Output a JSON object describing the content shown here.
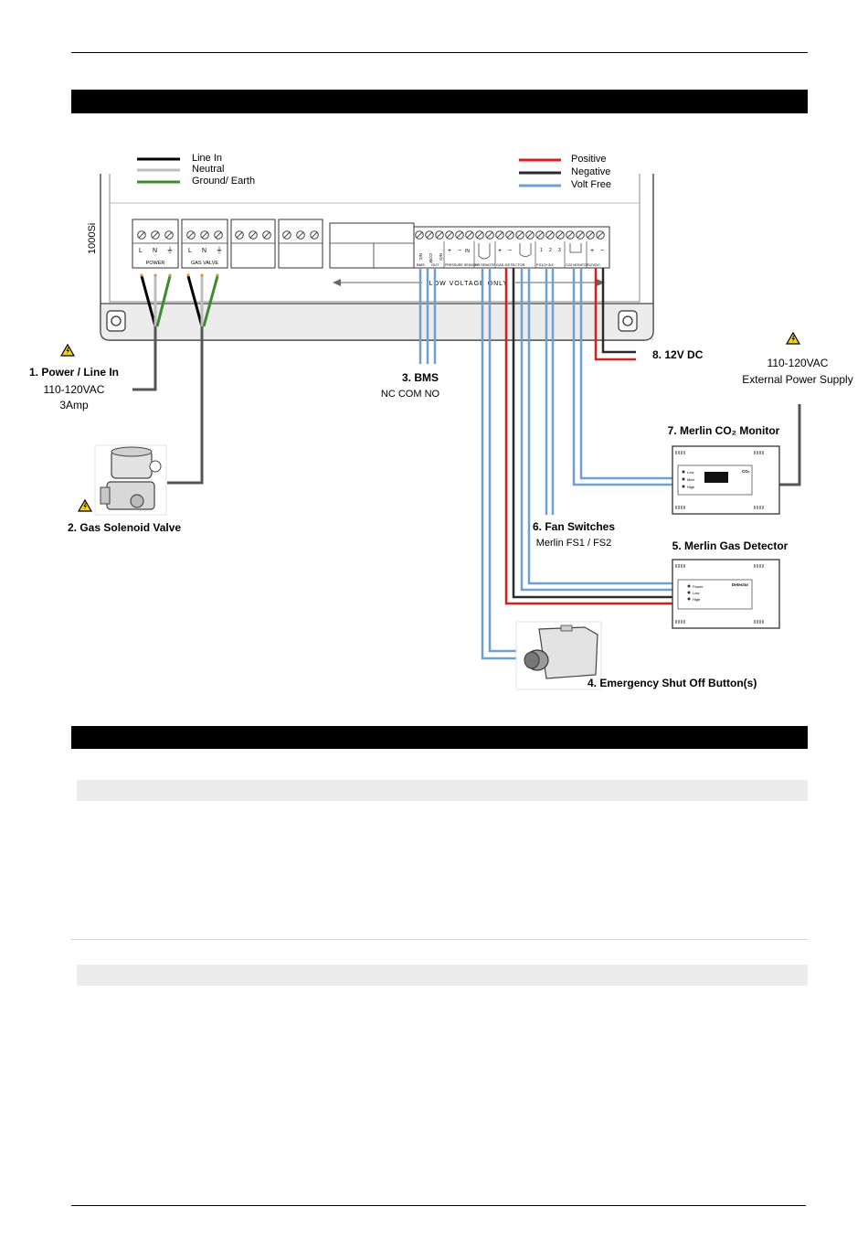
{
  "legend_left": [
    "Line In",
    "Neutral",
    "Ground/ Earth"
  ],
  "legend_right": [
    "Positive",
    "Negative",
    "Volt Free"
  ],
  "colors": {
    "line_in": "#000000",
    "neutral": "#bdbdbd",
    "earth": "#3d8b2f",
    "positive": "#d81e1e",
    "negative": "#2b2b2b",
    "volt_free": "#6f9fd3"
  },
  "panel": {
    "model": "1000Si",
    "terminal_groups": [
      "POWER",
      "GAS VALVE"
    ],
    "terminal_letters": [
      "L",
      "N",
      "L",
      "N"
    ],
    "lv_labels": [
      "BMS",
      "OUT",
      "PRESSURE SENSOR",
      "OR REMOTE",
      "GAS DETECTOR",
      "FS1/2+3/4",
      "CO2 MONITOR",
      "12VDC"
    ],
    "lv_small": [
      "N/C",
      "COM",
      "N/O"
    ],
    "polarity": [
      "+",
      "−",
      "IN",
      "+",
      "−",
      "1",
      "2",
      "3",
      "+",
      "−"
    ],
    "low_voltage": "LOW VOLTAGE ONLY"
  },
  "components": {
    "power": {
      "title": "1. Power / Line In",
      "sub1": "110-120VAC",
      "sub2": "3Amp"
    },
    "valve": {
      "title": "2. Gas Solenoid Valve"
    },
    "bms": {
      "title": "3. BMS",
      "sub": "NC COM NO"
    },
    "button": {
      "title": "4. Emergency Shut Off Button(s)"
    },
    "detector": {
      "title": "5. Merlin Gas Detector",
      "leds": [
        "Power",
        "Low",
        "High"
      ],
      "brand": "Detector"
    },
    "fans": {
      "title": "6. Fan Switches",
      "sub": "Merlin FS1 / FS2"
    },
    "co2": {
      "title": "7. Merlin CO₂ Monitor",
      "leds": [
        "Low",
        "Med",
        "High"
      ],
      "brand": "CO₂"
    },
    "dc": {
      "title": "8. 12V DC"
    },
    "ext": {
      "line1": "110-120VAC",
      "line2": "External Power Supply"
    }
  }
}
